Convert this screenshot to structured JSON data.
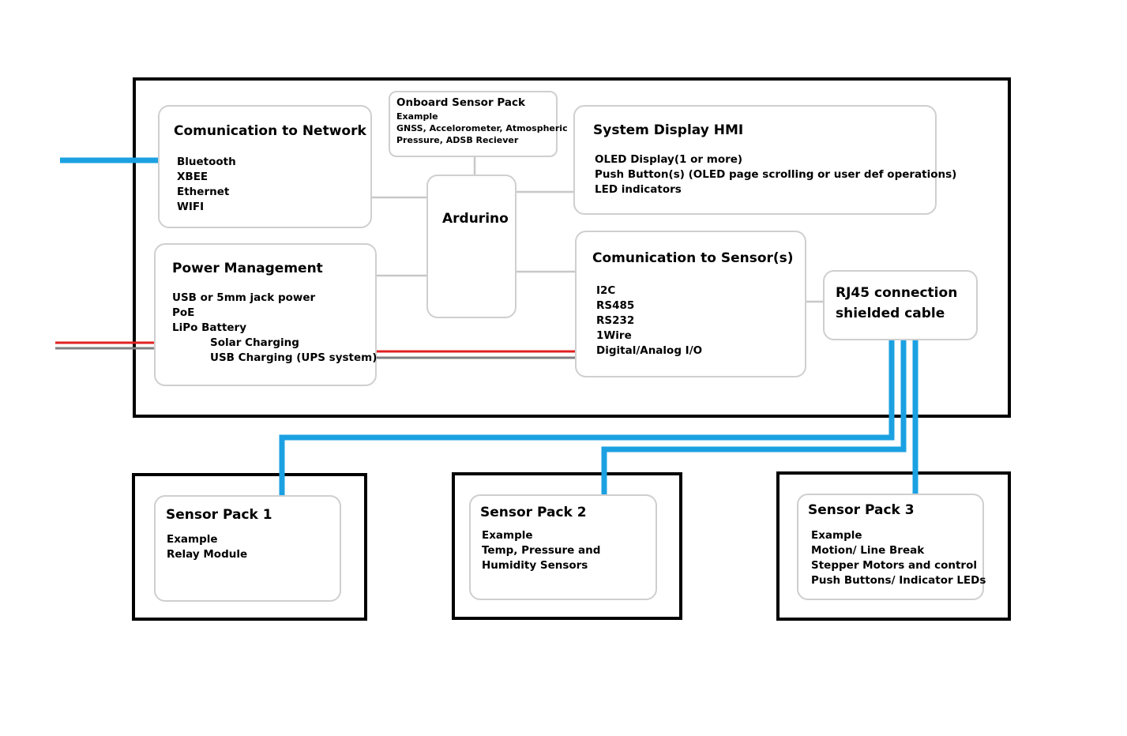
{
  "colors": {
    "network_cable": "#1ba1e2",
    "power_positive": "#e02020",
    "power_negative": "#808080",
    "connector": "#c8c8c8",
    "frame": "#000000"
  },
  "network": {
    "title": "Comunication to Network",
    "items": [
      "Bluetooth",
      "XBEE",
      "Ethernet",
      "WIFI"
    ]
  },
  "onboard": {
    "title": "Onboard Sensor Pack",
    "items": [
      "Example",
      "GNSS, Accelorometer, Atmospheric",
      "Pressure, ADSB Reciever"
    ]
  },
  "hmi": {
    "title": "System Display HMI",
    "items": [
      "OLED Display(1 or more)",
      "Push Button(s) (OLED page scrolling or user def operations)",
      "LED indicators"
    ]
  },
  "mcu": {
    "title": "Ardurino"
  },
  "power": {
    "title": "Power Management",
    "items": [
      "USB or 5mm jack power",
      "PoE",
      "LiPo Battery"
    ],
    "sub_items": [
      "Solar Charging",
      "USB Charging (UPS system)"
    ]
  },
  "sensor_comm": {
    "title": "Comunication to Sensor(s)",
    "items": [
      "I2C",
      "RS485",
      "RS232",
      "1Wire",
      "Digital/Analog I/O"
    ]
  },
  "rj45": {
    "title_lines": [
      "RJ45 connection",
      "shielded cable"
    ]
  },
  "packs": [
    {
      "title": "Sensor Pack 1",
      "items": [
        "Example",
        "Relay Module"
      ]
    },
    {
      "title": "Sensor Pack 2",
      "items": [
        "Example",
        "Temp, Pressure and",
        "Humidity Sensors"
      ]
    },
    {
      "title": "Sensor Pack 3",
      "items": [
        "Example",
        "Motion/ Line Break",
        "Stepper Motors and control",
        "Push Buttons/ Indicator LEDs"
      ]
    }
  ]
}
